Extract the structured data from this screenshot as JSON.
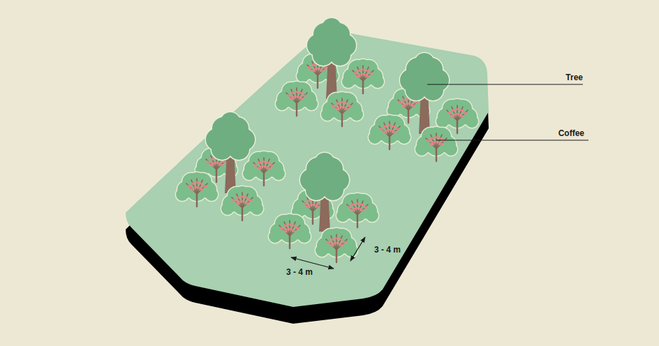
{
  "diagram": {
    "labels": [
      "Tree",
      "Coffee",
      "3 - 4 m",
      "3 - 4 m"
    ]
  }
}
